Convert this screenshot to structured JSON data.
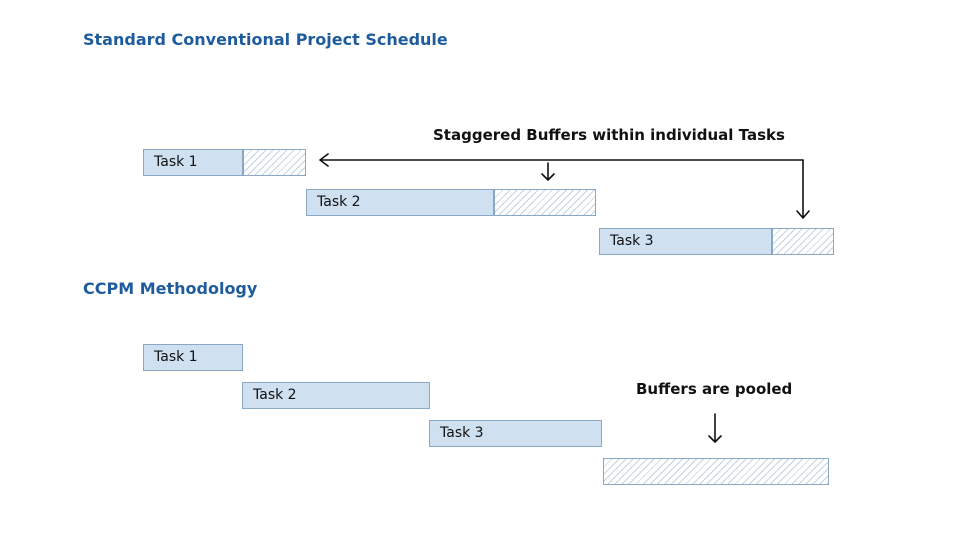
{
  "standard": {
    "title": "Standard Conventional Project Schedule",
    "tasks": [
      {
        "label": "Task 1"
      },
      {
        "label": "Task 2"
      },
      {
        "label": "Task 3"
      }
    ],
    "annotation": "Staggered Buffers within individual Tasks"
  },
  "ccpm": {
    "title": "CCPM Methodology",
    "tasks": [
      {
        "label": "Task 1"
      },
      {
        "label": "Task 2"
      },
      {
        "label": "Task 3"
      }
    ],
    "annotation": "Buffers are pooled"
  },
  "colors": {
    "heading": "#1f5c9e",
    "task_fill": "#cfe0f1",
    "task_border": "#8aa7c4",
    "buffer_hatch": "#c3d3e3"
  }
}
